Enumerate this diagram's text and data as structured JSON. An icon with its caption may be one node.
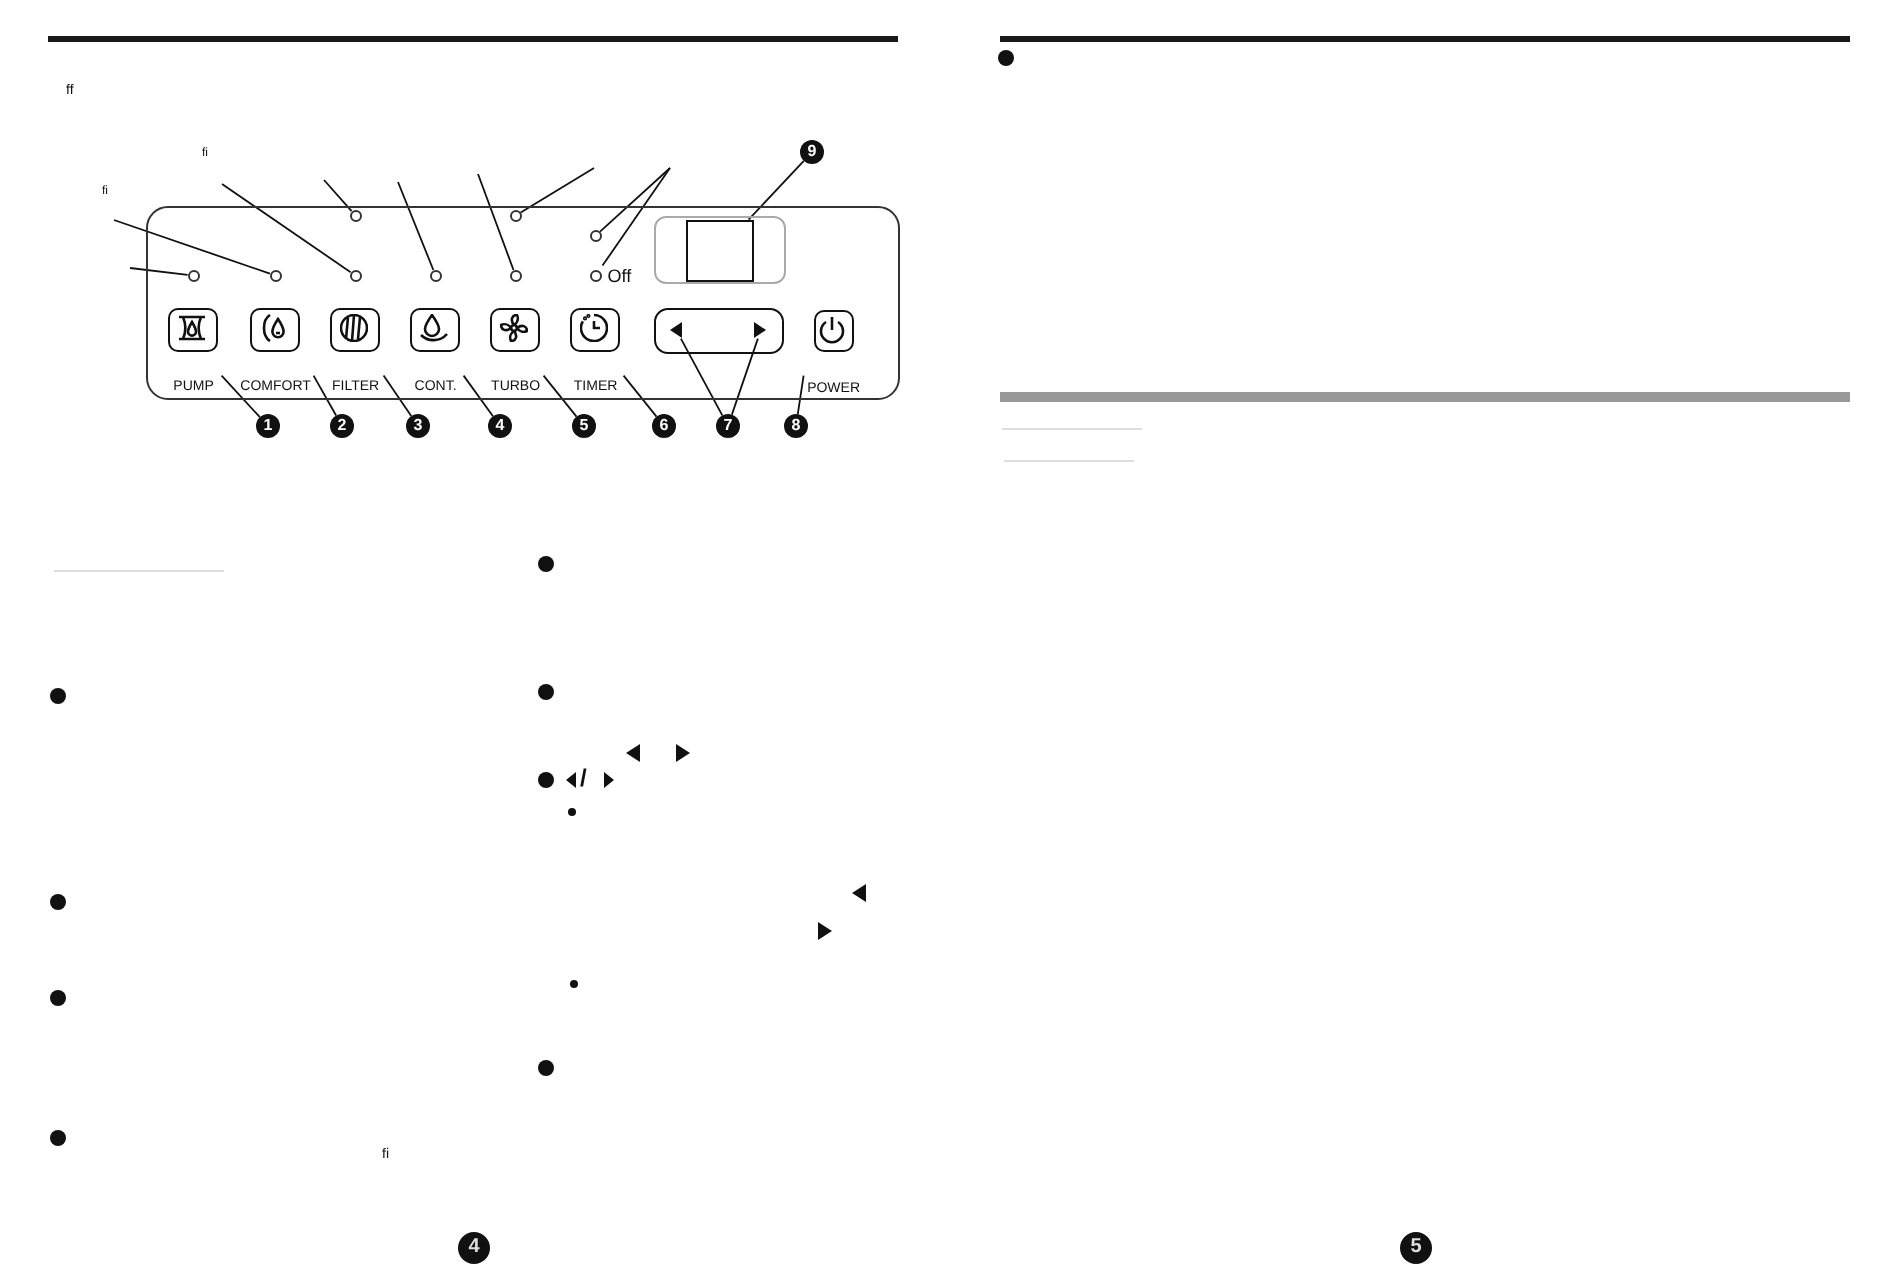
{
  "diagram": {
    "nodes": [
      {
        "text": [
          "9"
        ]
      },
      {
        "text": [],
        "shape": "box"
      },
      {
        "text": [],
        "shape": "circle",
        "in": 1
      },
      {
        "text": [],
        "shape": "circle",
        "in": 1
      },
      {
        "text": [],
        "shape": "circle",
        "in": 1
      },
      {
        "text": [],
        "shape": "box",
        "in": 1
      },
      {
        "text": [],
        "shape": "box",
        "in": 5
      },
      {
        "text": [],
        "shape": "circle",
        "in": 1
      },
      {
        "text": [],
        "shape": "circle",
        "in": 1
      },
      {
        "text": [],
        "shape": "circle",
        "in": 1
      },
      {
        "text": [],
        "shape": "circle",
        "in": 1
      },
      {
        "text": [],
        "shape": "circle",
        "in": 1
      },
      {
        "text": [],
        "shape": "circle",
        "in": 1,
        "beside": [
          "Off"
        ]
      },
      {
        "text": [
          "PUMP"
        ],
        "in": 1
      },
      {
        "text": [
          "COMFORT"
        ],
        "in": 1
      },
      {
        "text": [
          "FILTER"
        ],
        "in": 1
      },
      {
        "text": [
          "CONT."
        ],
        "in": 1
      },
      {
        "text": [
          "TURBO"
        ],
        "in": 1
      },
      {
        "text": [
          "TIMER"
        ],
        "in": 1
      },
      {
        "text": [],
        "shape": "box",
        "in": 1
      },
      {
        "text": [],
        "shape": "triangle",
        "in": 19
      },
      {
        "text": [],
        "shape": "triangle",
        "in": 19
      },
      {
        "text": [
          "POWER"
        ],
        "in": 1
      },
      {
        "text": [
          "1"
        ]
      },
      {
        "text": [
          "2"
        ]
      },
      {
        "text": [
          "3"
        ]
      },
      {
        "text": [
          "4"
        ]
      },
      {
        "text": [
          "5"
        ]
      },
      {
        "text": [
          "6"
        ]
      },
      {
        "text": [
          "7"
        ]
      },
      {
        "text": [
          "8"
        ]
      },
      {
        "text": [
          "4"
        ]
      },
      {
        "text": [
          "5"
        ]
      }
    ],
    "edges": [
      {
        "from": null,
        "to": 7,
        "arrow": "none"
      },
      {
        "from": null,
        "to": 8,
        "arrow": "none"
      },
      {
        "from": null,
        "to": 9,
        "arrow": "none"
      },
      {
        "from": null,
        "to": 2,
        "arrow": "none"
      },
      {
        "from": null,
        "to": 10,
        "arrow": "none"
      },
      {
        "from": null,
        "to": 11,
        "arrow": "none"
      },
      {
        "from": null,
        "to": 3,
        "arrow": "none"
      },
      {
        "from": null,
        "to": 4,
        "arrow": "none"
      },
      {
        "from": null,
        "to": 12,
        "arrow": "none"
      },
      {
        "from": 0,
        "to": 6,
        "arrow": "none"
      },
      {
        "from": 23,
        "to": 13,
        "arrow": "none"
      },
      {
        "from": 24,
        "to": 14,
        "arrow": "none"
      },
      {
        "from": 25,
        "to": 15,
        "arrow": "none"
      },
      {
        "from": 26,
        "to": 16,
        "arrow": "none"
      },
      {
        "from": 27,
        "to": 17,
        "arrow": "none"
      },
      {
        "from": 28,
        "to": 18,
        "arrow": "none"
      },
      {
        "from": 29,
        "to": 20,
        "arrow": "none"
      },
      {
        "from": 29,
        "to": 21,
        "arrow": "none"
      },
      {
        "from": 30,
        "to": 22,
        "arrow": "none"
      }
    ],
    "labels": [
      "ff",
      "fi",
      "fi",
      "fi",
      "/"
    ]
  }
}
